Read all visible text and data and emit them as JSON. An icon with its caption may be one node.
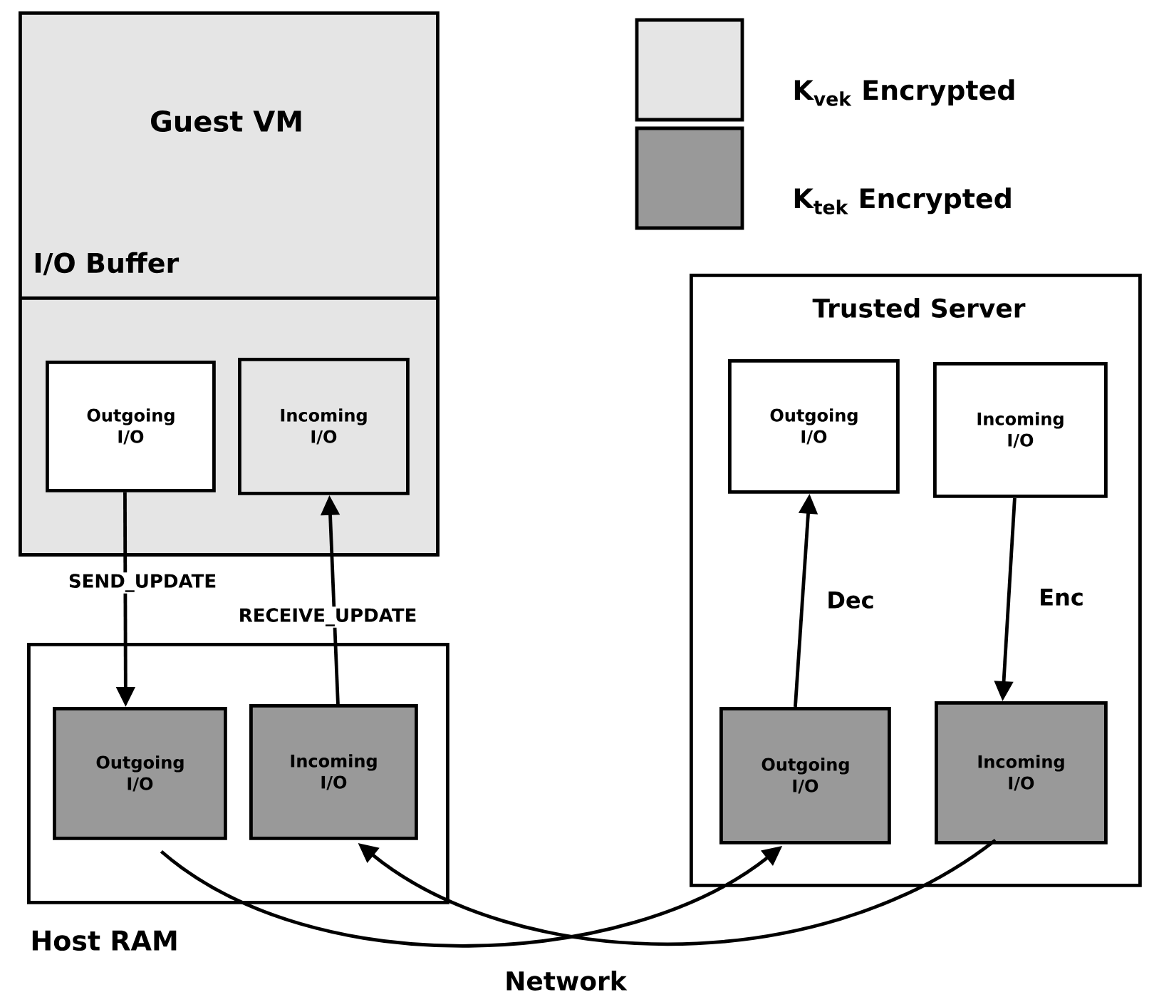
{
  "diagram": {
    "nodes": [
      {
        "text": [
          "Guest VM"
        ]
      },
      {
        "text": [
          "I/O Buffer"
        ],
        "in": 0
      },
      {
        "text": [
          "Outgoing I/O"
        ],
        "in": 1
      },
      {
        "text": [
          "Incoming I/O"
        ],
        "in": 1
      },
      {
        "text": [
          "Host RAM"
        ]
      },
      {
        "text": [
          "Outgoing I/O"
        ],
        "in": 4
      },
      {
        "text": [
          "Incoming I/O"
        ],
        "in": 4
      },
      {
        "text": [
          "Trusted Server"
        ]
      },
      {
        "text": [
          "Outgoing I/O"
        ],
        "in": 7
      },
      {
        "text": [
          "Incoming I/O"
        ],
        "in": 7
      },
      {
        "text": [
          "Outgoing I/O"
        ],
        "in": 7
      },
      {
        "text": [
          "Incoming I/O"
        ],
        "in": 7
      }
    ],
    "edges": [
      {
        "from": 2,
        "to": 5,
        "arrow": "to",
        "label": "SEND_UPDATE"
      },
      {
        "from": 6,
        "to": 3,
        "arrow": "to",
        "label": "RECEIVE_UPDATE"
      },
      {
        "from": 10,
        "to": 8,
        "arrow": "to",
        "label": "Dec"
      },
      {
        "from": 9,
        "to": 11,
        "arrow": "to",
        "label": "Enc"
      },
      {
        "from": 5,
        "to": 10,
        "arrow": "to"
      },
      {
        "from": 11,
        "to": 6,
        "arrow": "to"
      }
    ],
    "labels": [
      "Network"
    ],
    "legend": [
      {
        "text": "K$_{vek}$ Encrypted",
        "color": "#e5e5e5"
      },
      {
        "text": "K$_{tek}$ Encrypted",
        "color": "#999999"
      }
    ]
  }
}
